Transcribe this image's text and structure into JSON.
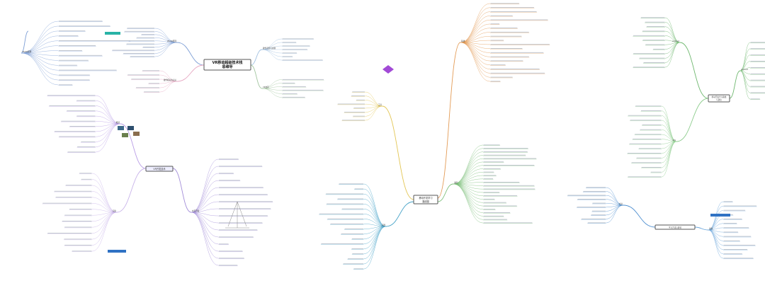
{
  "mindmaps": [
    {
      "id": "vr",
      "title": "VR移动超级技术栈\n思维导",
      "accent": "#6b8ed6",
      "branch_colors": [
        "#7fa0d6",
        "#e6a7c2",
        "#9fbfe0",
        "#a3c6a0"
      ],
      "branches": [
        {
          "label": "VR/AR原理"
        },
        {
          "label": "硬件相关的认识"
        },
        {
          "label": "硬件选型与资源"
        },
        {
          "label": "VR交互"
        }
      ]
    },
    {
      "id": "vrtech",
      "title": "VR开发技术",
      "accent": "#8a6fd6",
      "branch_colors": [
        "#b99de6",
        "#c8b3ea",
        "#a48fd9"
      ],
      "branches": [
        {
          "label": "概述"
        },
        {
          "label": "渲染"
        },
        {
          "label": "交互开发"
        }
      ]
    },
    {
      "id": "mobile",
      "title": "移动开发学习\n路线图",
      "accent": "#e08a3b",
      "branch_colors": [
        "#e39b55",
        "#7cbf7a",
        "#e3c655",
        "#4aa5c9"
      ],
      "branches": [
        {
          "label": "基础"
        },
        {
          "label": "进阶"
        },
        {
          "label": "工具"
        },
        {
          "label": "实践"
        }
      ]
    },
    {
      "id": "learn",
      "title": "移动开发学习路线\n与建议",
      "accent": "#5aa35a",
      "branch_colors": [
        "#6fb86f",
        "#8ccc8c"
      ],
      "branches": [
        {
          "label": "Android"
        },
        {
          "label": "iOS"
        }
      ]
    },
    {
      "id": "advice",
      "title": "学习方法与建议",
      "accent": "#3a7fc2",
      "branch_colors": [
        "#4f8fd0",
        "#6aa4da"
      ],
      "branches": [
        {
          "label": "方法"
        },
        {
          "label": "资源"
        }
      ]
    }
  ],
  "colors": {
    "teal_highlight": "#29b3a6",
    "blue_highlight": "#2f72c4",
    "line_gray": "#9aa5b5",
    "text_gray": "#666666"
  }
}
